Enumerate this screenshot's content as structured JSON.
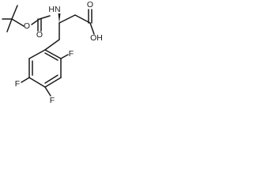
{
  "molecule": {
    "atoms": {
      "amide_n": "HN",
      "carbamate_o": "O",
      "carbonyl_o_left": "O",
      "carbonyl_o_acid": "O",
      "acid_oh": "OH",
      "fluorine_upper": "F",
      "fluorine_right": "F",
      "fluorine_left": "F"
    }
  },
  "colors": {
    "bond": "#1a1a1a",
    "label": "#1a1a1a",
    "background": "#ffffff"
  }
}
